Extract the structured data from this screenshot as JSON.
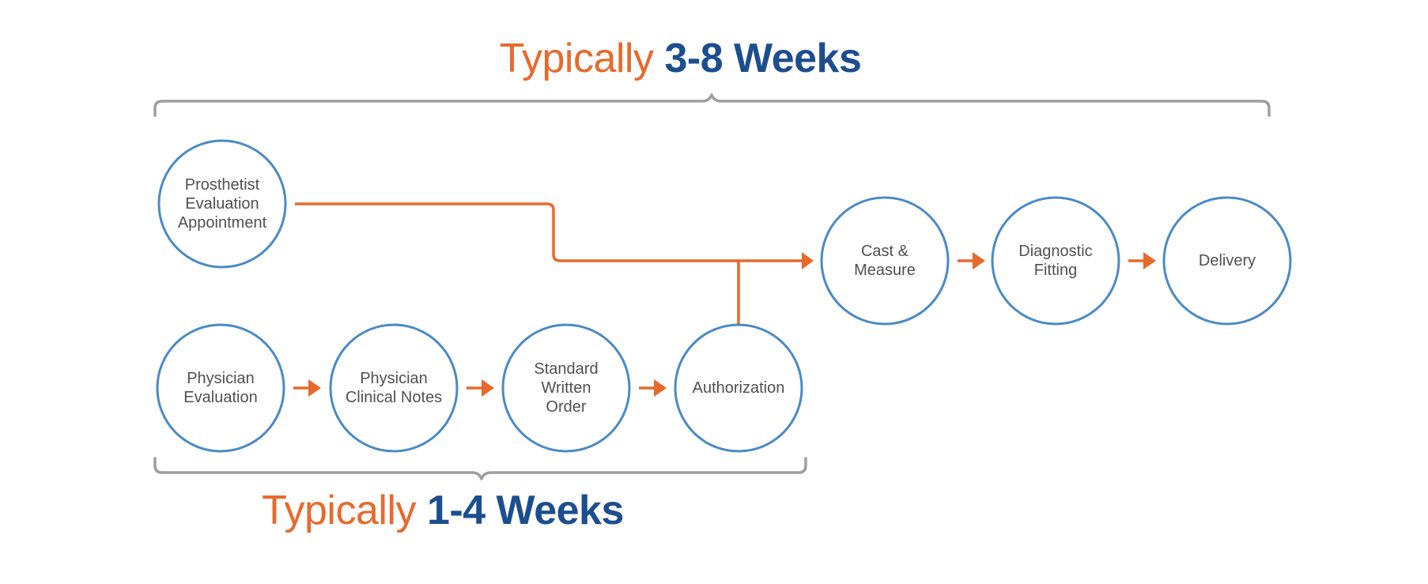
{
  "headings": {
    "top": {
      "prefix": "Typically",
      "emphasis": "3-8 Weeks"
    },
    "bottom": {
      "prefix": "Typically",
      "emphasis": "1-4 Weeks"
    }
  },
  "nodes": {
    "prosthetist_evaluation": "Prosthetist\nEvaluation\nAppointment",
    "physician_evaluation": "Physician\nEvaluation",
    "physician_clinical_notes": "Physician\nClinical Notes",
    "standard_written_order": "Standard\nWritten\nOrder",
    "authorization": "Authorization",
    "cast_measure": "Cast &\nMeasure",
    "diagnostic_fitting": "Diagnostic\nFitting",
    "delivery": "Delivery"
  },
  "colors": {
    "accent_orange": "#e8692c",
    "accent_blue": "#1c4e8f",
    "circle_stroke": "#4a8ac6",
    "bracket_gray": "#9e9e9e",
    "label_text": "#505050"
  }
}
